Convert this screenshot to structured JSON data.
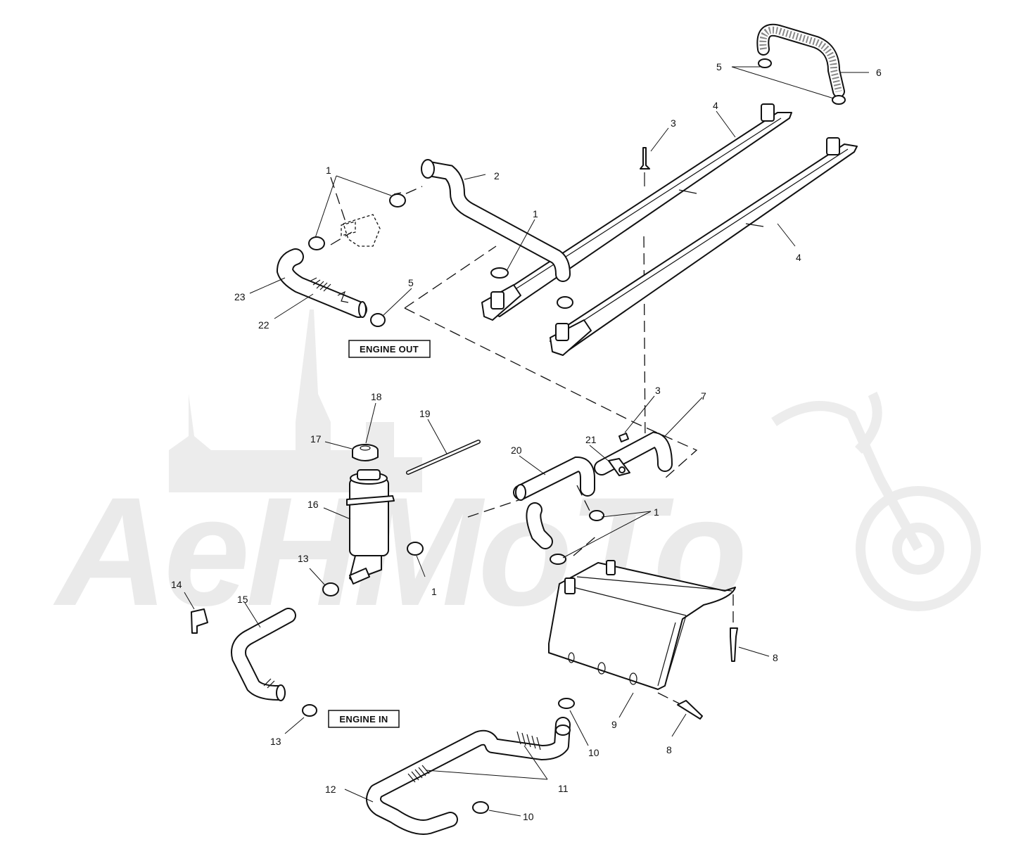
{
  "diagram": {
    "watermark": "AeHMoTo",
    "box_labels": {
      "engine_out": "ENGINE OUT",
      "engine_in": "ENGINE IN"
    },
    "callouts": [
      {
        "id": "c1a",
        "text": "1"
      },
      {
        "id": "c2",
        "text": "2"
      },
      {
        "id": "c1b",
        "text": "1"
      },
      {
        "id": "c3a",
        "text": "3"
      },
      {
        "id": "c4a",
        "text": "4"
      },
      {
        "id": "c5a",
        "text": "5"
      },
      {
        "id": "c6",
        "text": "6"
      },
      {
        "id": "c4b",
        "text": "4"
      },
      {
        "id": "c23",
        "text": "23"
      },
      {
        "id": "c22",
        "text": "22"
      },
      {
        "id": "c5b",
        "text": "5"
      },
      {
        "id": "c18",
        "text": "18"
      },
      {
        "id": "c17",
        "text": "17"
      },
      {
        "id": "c19",
        "text": "19"
      },
      {
        "id": "c3b",
        "text": "3"
      },
      {
        "id": "c7",
        "text": "7"
      },
      {
        "id": "c20",
        "text": "20"
      },
      {
        "id": "c21",
        "text": "21"
      },
      {
        "id": "c16",
        "text": "16"
      },
      {
        "id": "c1c",
        "text": "1"
      },
      {
        "id": "c13a",
        "text": "13"
      },
      {
        "id": "c1d",
        "text": "1"
      },
      {
        "id": "c14",
        "text": "14"
      },
      {
        "id": "c15",
        "text": "15"
      },
      {
        "id": "c8a",
        "text": "8"
      },
      {
        "id": "c9",
        "text": "9"
      },
      {
        "id": "c8b",
        "text": "8"
      },
      {
        "id": "c13b",
        "text": "13"
      },
      {
        "id": "c10a",
        "text": "10"
      },
      {
        "id": "c11",
        "text": "11"
      },
      {
        "id": "c12",
        "text": "12"
      },
      {
        "id": "c10b",
        "text": "10"
      }
    ]
  }
}
